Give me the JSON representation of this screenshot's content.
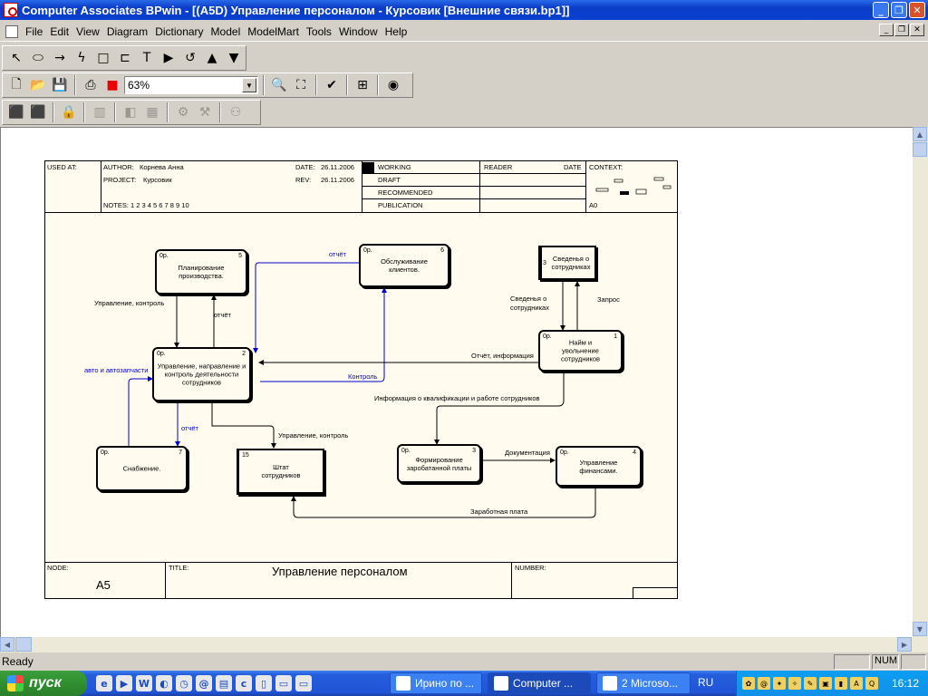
{
  "window": {
    "title": "Computer Associates BPwin - [(A5D) Управление персоналом - Курсовик  [Внешние связи.bp1]]",
    "minimize_icon": "minimize-icon",
    "restore_icon": "restore-icon",
    "close_icon": "close-icon"
  },
  "menu": {
    "items": [
      "File",
      "Edit",
      "View",
      "Diagram",
      "Dictionary",
      "Model",
      "ModelMart",
      "Tools",
      "Window",
      "Help"
    ]
  },
  "toolbar": {
    "zoom": "63%"
  },
  "sheet": {
    "used_at": "USED AT:",
    "author_label": "AUTHOR:",
    "author": "Корнева Анна",
    "project_label": "PROJECT:",
    "project": "Курсовик",
    "date_label": "DATE:",
    "date": "26.11.2006",
    "rev_label": "REV:",
    "rev": "26.11.2006",
    "notes": "NOTES:  1  2  3  4  5  6  7  8  9  10",
    "status": [
      "WORKING",
      "DRAFT",
      "RECOMMENDED",
      "PUBLICATION"
    ],
    "reader": "READER",
    "reader_date": "DATE",
    "context": "CONTEXT:",
    "context_node": "A0",
    "node_label": "NODE:",
    "node": "A5",
    "title_label": "TITLE:",
    "title": "Управление персоналом",
    "number_label": "NUMBER:"
  },
  "diagram": {
    "boxes": [
      {
        "id": "b5",
        "cost": "0р.",
        "num": "5",
        "label": "Планирование производства."
      },
      {
        "id": "b6",
        "cost": "0р.",
        "num": "6",
        "label": "Обслуживание клиентов."
      },
      {
        "id": "b3ext",
        "num": "3",
        "label": "Сведенья о сотрудниках"
      },
      {
        "id": "b2",
        "cost": "0р.",
        "num": "2",
        "label": "Управление, направление и контроль деятельности сотрудников"
      },
      {
        "id": "b1",
        "cost": "0р.",
        "num": "1",
        "label": "Найм и увольнение сотрудников"
      },
      {
        "id": "b7",
        "cost": "0р.",
        "num": "7",
        "label": "Снабжение."
      },
      {
        "id": "b15",
        "num": "15",
        "label": "Штат сотрудников"
      },
      {
        "id": "b3",
        "cost": "0р.",
        "num": "3",
        "label": "Формирование заробатанной платы"
      },
      {
        "id": "b4",
        "cost": "0р.",
        "num": "4",
        "label": "Управление финансами."
      }
    ],
    "arrows": {
      "otchet_top": "отчёт",
      "upravlenie_kontrol_left": "Управление, контроль",
      "otchet_mid": "отчёт",
      "svedenya": "Сведенья о сотрудниках",
      "zapros": "Запрос",
      "otchet_informaciya": "Отчёт, информация",
      "avto": "авто и автозапчасти",
      "kontrol": "Контроль",
      "informaciya": "Информация о квалификации и работе сотрудников",
      "otchet_bottom": "отчёт",
      "upravlenie_kontrol_bottom": "Управление, контроль",
      "dokumentaciya": "Документация",
      "zarabotnaya": "Заработная плата"
    }
  },
  "status": {
    "text": "Ready",
    "num": "NUM"
  },
  "taskbar": {
    "start": "пуск",
    "tasks": [
      "Ирино по ...",
      "Computer ...",
      "2 Microso..."
    ],
    "lang": "RU",
    "clock": "16:12"
  },
  "colors": {
    "titlebar": "#0a3cc8",
    "sheet_bg": "#fffbef",
    "blue_arrow": "#0000cc"
  }
}
